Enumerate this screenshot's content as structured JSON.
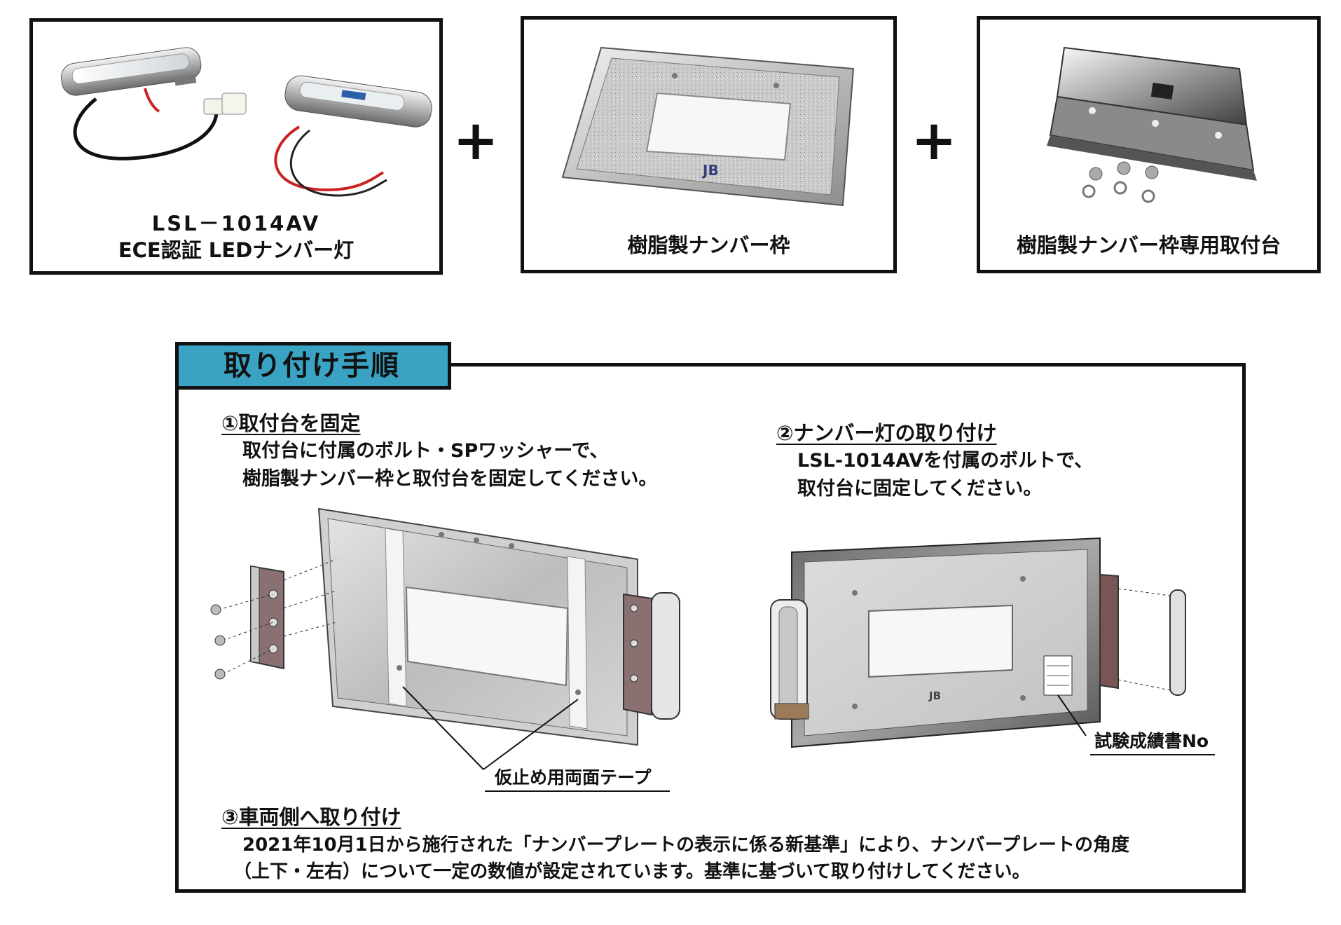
{
  "products": [
    {
      "line1": "LSL－1014AV",
      "line2": "ECE認証 LEDナンバー灯"
    },
    {
      "label": "樹脂製ナンバー枠"
    },
    {
      "label": "樹脂製ナンバー枠専用取付台"
    }
  ],
  "plus_sign": "+",
  "frame_logo": "JB",
  "procedure": {
    "heading": "取り付け手順",
    "step1": {
      "title": "①取付台を固定",
      "body": [
        "取付台に付属のボルト・SPワッシャーで、",
        "樹脂製ナンバー枠と取付台を固定してください。"
      ]
    },
    "step2": {
      "title": "②ナンバー灯の取り付け",
      "body": [
        "LSL-1014AVを付属のボルトで、",
        "取付台に固定してください。"
      ]
    },
    "step3": {
      "title": "③車両側へ取り付け",
      "body": [
        "2021年10月1日から施行された「ナンバープレートの表示に係る新基準」により、ナンバープレートの角度",
        "（上下・左右）について一定の数値が設定されています。基準に基づいて取り付けしてください。"
      ]
    },
    "callouts": {
      "tape": "仮止め用両面テープ",
      "test_report": "試験成績書No"
    }
  }
}
